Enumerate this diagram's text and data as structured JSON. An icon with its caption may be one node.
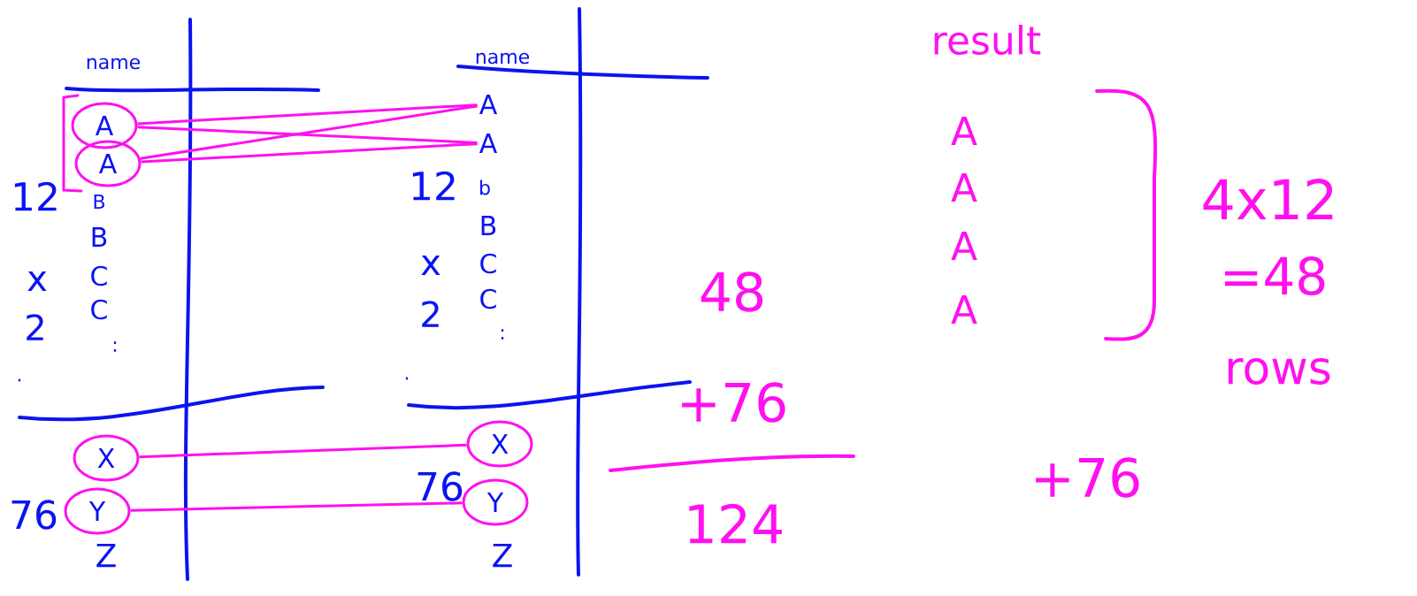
{
  "diagram": {
    "nodes": [
      {
        "text": [
          "A"
        ]
      },
      {
        "text": [
          "A"
        ]
      },
      {
        "text": [
          "A"
        ]
      },
      {
        "text": [
          "A"
        ]
      },
      {
        "text": [
          "X"
        ]
      },
      {
        "text": [
          "Y"
        ]
      },
      {
        "text": [
          "X"
        ]
      },
      {
        "text": [
          "Y"
        ]
      }
    ],
    "edges": [
      {
        "from": 0,
        "to": 2,
        "arrow": "none"
      },
      {
        "from": 0,
        "to": 3,
        "arrow": "none"
      },
      {
        "from": 1,
        "to": 2,
        "arrow": "none"
      },
      {
        "from": 1,
        "to": 3,
        "arrow": "none"
      },
      {
        "from": 4,
        "to": 6,
        "arrow": "none"
      },
      {
        "from": 5,
        "to": 7,
        "arrow": "none"
      }
    ],
    "labels": [
      "name",
      "B",
      "B",
      "C",
      "C",
      ":",
      ".",
      "Z",
      "12",
      "x",
      "2",
      "76",
      "name",
      "b",
      "B",
      "C",
      "C",
      ":",
      ".",
      "Z",
      "12",
      "x",
      "2",
      "76",
      "result",
      "A",
      "A",
      "A",
      "A",
      "4x12",
      "=48",
      "rows",
      "48",
      "+76",
      "124",
      "+76"
    ]
  }
}
